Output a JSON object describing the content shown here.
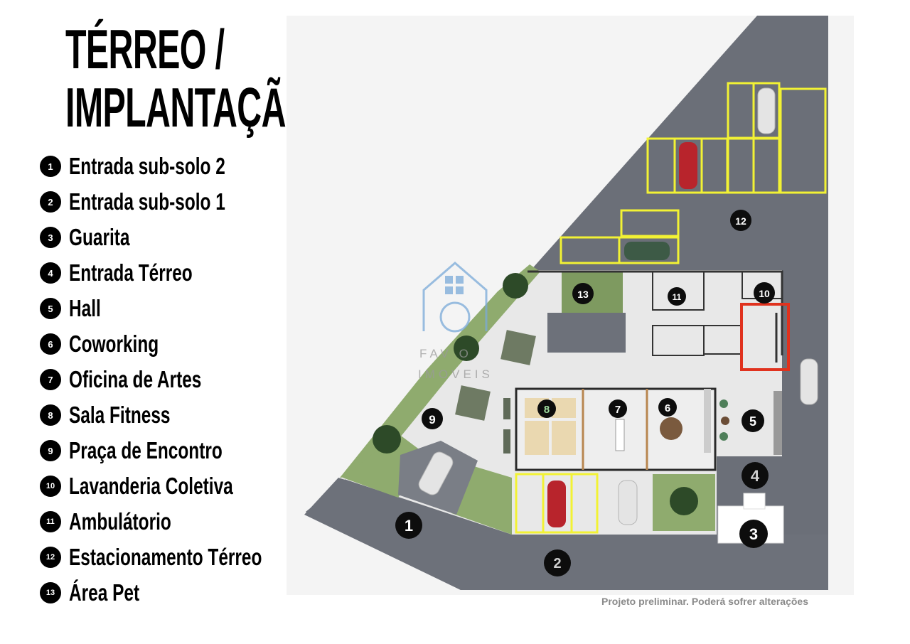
{
  "title": {
    "line1": "TÉRREO /",
    "line2": "IMPLANTAÇÃO"
  },
  "legend": [
    {
      "number": "1",
      "label": "Entrada sub-solo 2"
    },
    {
      "number": "2",
      "label": "Entrada sub-solo 1"
    },
    {
      "number": "3",
      "label": "Guarita"
    },
    {
      "number": "4",
      "label": "Entrada Térreo"
    },
    {
      "number": "5",
      "label": "Hall"
    },
    {
      "number": "6",
      "label": "Coworking"
    },
    {
      "number": "7",
      "label": "Oficina de Artes"
    },
    {
      "number": "8",
      "label": "Sala Fitness"
    },
    {
      "number": "9",
      "label": "Praça de Encontro"
    },
    {
      "number": "10",
      "label": "Lavanderia Coletiva"
    },
    {
      "number": "11",
      "label": "Ambulátorio"
    },
    {
      "number": "12",
      "label": "Estacionamento Térreo"
    },
    {
      "number": "13",
      "label": "Área Pet"
    }
  ],
  "watermark": {
    "line1": "FAV  O",
    "line2": "IMOVEIS"
  },
  "disclaimer": "Projeto preliminar. Poderá sofrer alterações",
  "colors": {
    "road": "#6b6f78",
    "plaza": "#e9e9e9",
    "lawn": "#8faa6f",
    "parking_outline": "#f2f234",
    "highlight": "#e0321e",
    "marker": "#0d0d0d"
  }
}
